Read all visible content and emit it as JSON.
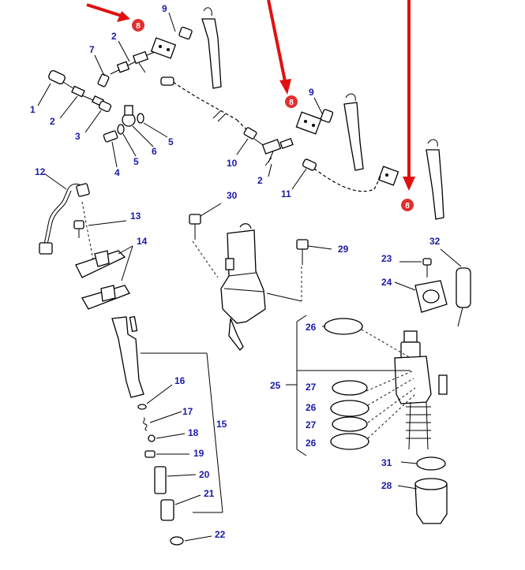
{
  "diagram": {
    "callouts": {
      "c1": "1",
      "c2a": "2",
      "c2b": "2",
      "c2c": "2",
      "c3": "3",
      "c4": "4",
      "c5a": "5",
      "c5b": "5",
      "c6": "6",
      "c7": "7",
      "c9a": "9",
      "c9b": "9",
      "c10": "10",
      "c11": "11",
      "c12": "12",
      "c13": "13",
      "c14": "14",
      "c15": "15",
      "c16": "16",
      "c17": "17",
      "c18": "18",
      "c19": "19",
      "c20": "20",
      "c21": "21",
      "c22": "22",
      "c23": "23",
      "c24": "24",
      "c25": "25",
      "c26a": "26",
      "c26b": "26",
      "c26c": "26",
      "c27a": "27",
      "c27b": "27",
      "c28": "28",
      "c29": "29",
      "c30": "30",
      "c31": "31",
      "c32": "32"
    },
    "highlight_badges": [
      "8",
      "8",
      "8"
    ],
    "colors": {
      "callout_text": "#1a1aa8",
      "highlight_arrow": "#e01010",
      "line": "#000000"
    }
  }
}
